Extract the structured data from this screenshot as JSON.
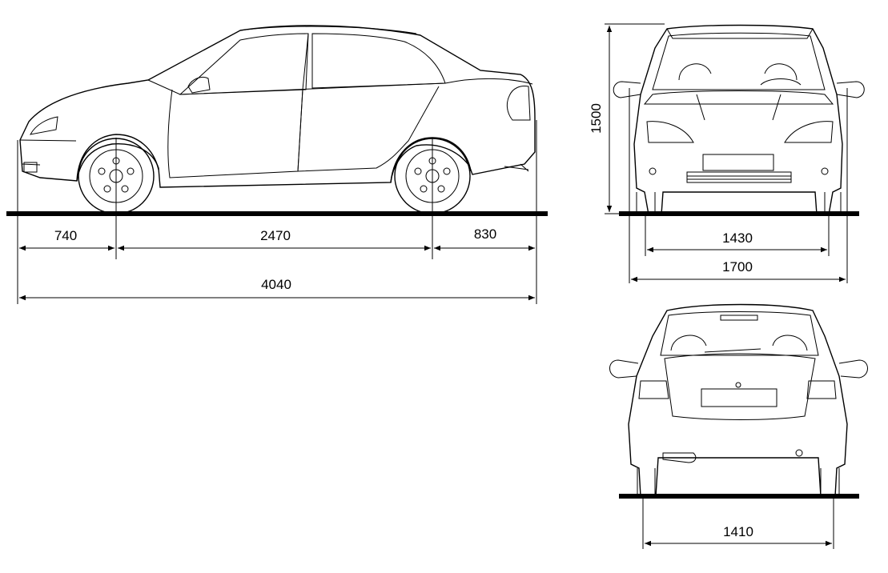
{
  "dimensions": {
    "front_overhang": "740",
    "wheelbase": "2470",
    "rear_overhang": "830",
    "overall_length": "4040",
    "height": "1500",
    "front_track": "1430",
    "overall_width": "1700",
    "rear_track": "1410"
  }
}
